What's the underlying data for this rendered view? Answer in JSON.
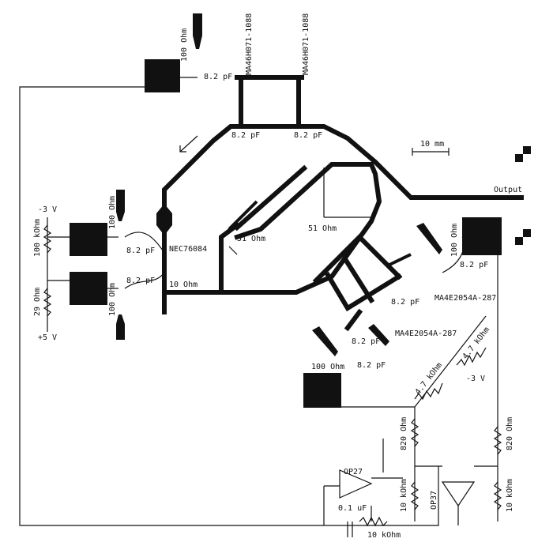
{
  "labels": {
    "r100_top": "100 Ohm",
    "c_top_left": "8.2 pF",
    "diode_a": "MA46H071-1088",
    "diode_b": "MA46H071-1088",
    "c_mid_left": "8.2 pF",
    "c_mid_right": "8.2 pF",
    "scale": "10 mm",
    "output": "Output",
    "v_neg3_left": "-3 V",
    "r100k_left": "100 kOhm",
    "r29": "29 Ohm",
    "v_pos5": "+5 V",
    "r100_left_a": "100 Ohm",
    "c_left_a": "8.2 pF",
    "r100_left_b": "100 Ohm",
    "c_left_b": "8.2 pF",
    "transistor": "NEC76084",
    "r10": "10 Ohm",
    "r51_a": "51 Ohm",
    "r51_b": "51 Ohm",
    "r100_right": "100 Ohm",
    "c_right_a": "8.2 pF",
    "c_right_b": "8.2 pF",
    "diode_c": "MA4E2054A-287",
    "diode_d": "MA4E2054A-287",
    "c_lower": "8.2 pF",
    "r100_lower": "100 Ohm",
    "c_lower_b": "8.2 pF",
    "r47_a": "4.7 kOhm",
    "r47_b": "4.7 kOhm",
    "v_neg3_right": "-3 V",
    "r820_a": "820 Ohm",
    "r820_b": "820 Ohm",
    "op27": "OP27",
    "op37": "OP37",
    "cap01": "0.1 uF",
    "r10k_a": "10 kOhm",
    "r10k_b": "10 kOhm",
    "r10k_c": "10 kOhm"
  }
}
